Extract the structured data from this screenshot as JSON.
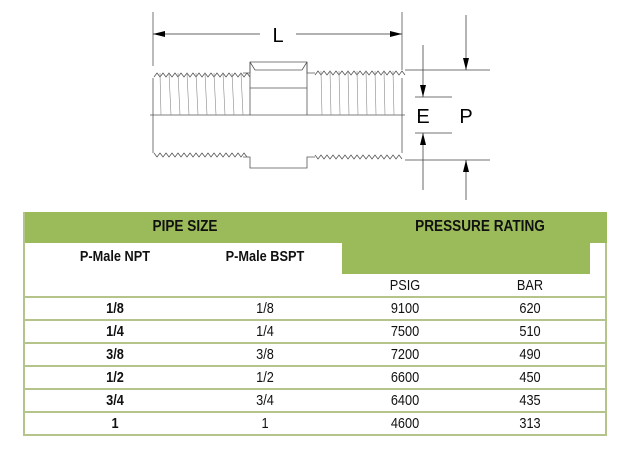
{
  "drawing": {
    "labels": {
      "length": "L",
      "end_diameter": "E",
      "pipe_diameter": "P"
    }
  },
  "table": {
    "group_headers": {
      "pipe_size": "PIPE SIZE",
      "pressure_rating": "PRESSURE RATING"
    },
    "column_headers": {
      "npt": "P-Male NPT",
      "bspt": "P-Male BSPT",
      "psig": "PSIG",
      "bar": "BAR"
    },
    "colors": {
      "header_green": "#9bba59",
      "border": "#b5c48a"
    },
    "rows": [
      {
        "npt": "1/8",
        "bspt": "1/8",
        "psig": "9100",
        "bar": "620"
      },
      {
        "npt": "1/4",
        "bspt": "1/4",
        "psig": "7500",
        "bar": "510"
      },
      {
        "npt": "3/8",
        "bspt": "3/8",
        "psig": "7200",
        "bar": "490"
      },
      {
        "npt": "1/2",
        "bspt": "1/2",
        "psig": "6600",
        "bar": "450"
      },
      {
        "npt": "3/4",
        "bspt": "3/4",
        "psig": "6400",
        "bar": "435"
      },
      {
        "npt": "1",
        "bspt": "1",
        "psig": "4600",
        "bar": "313"
      }
    ]
  }
}
